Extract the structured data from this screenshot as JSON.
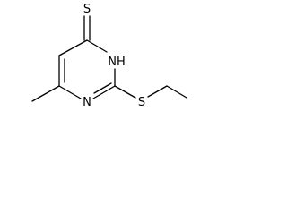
{
  "molecule": {
    "atoms": {
      "thione_s": "S",
      "ring_nh": "NH",
      "ring_n": "N",
      "ethylthio_s": "S"
    }
  }
}
